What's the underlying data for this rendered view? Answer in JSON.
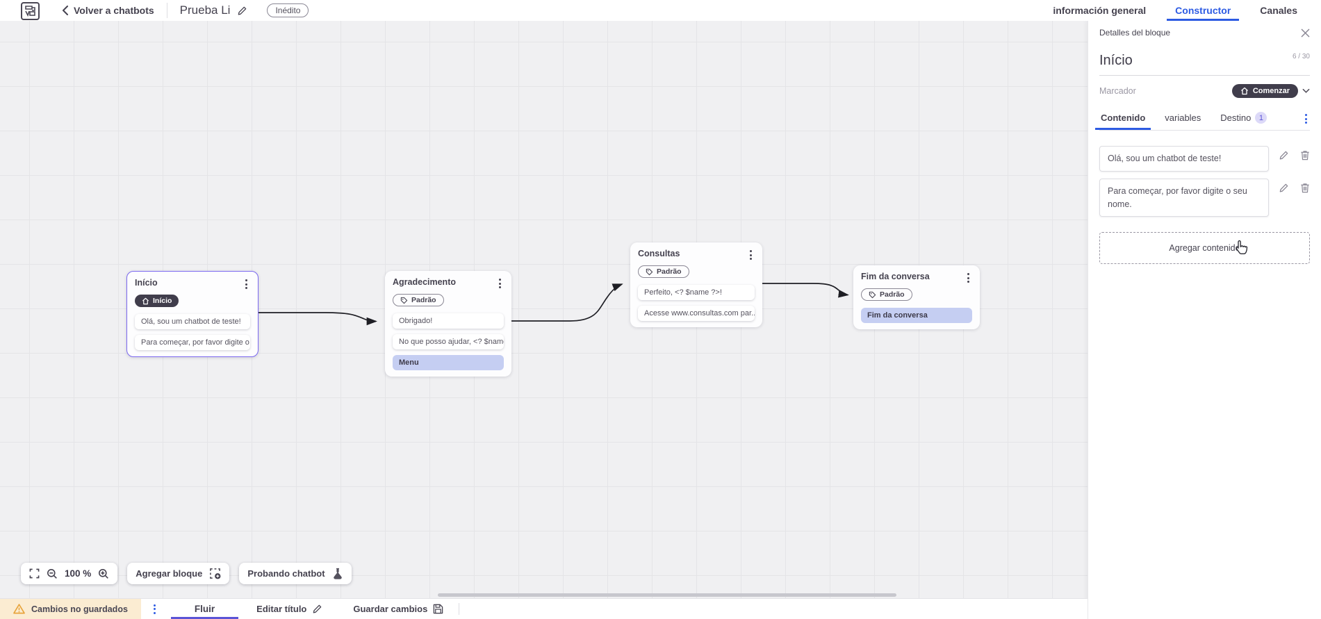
{
  "header": {
    "back_label": "Volver a chatbots",
    "title": "Prueba Li",
    "status_badge": "Inédito",
    "tabs": [
      {
        "label": "información general",
        "active": false
      },
      {
        "label": "Constructor",
        "active": true
      },
      {
        "label": "Canales",
        "active": false
      }
    ]
  },
  "panel": {
    "header_title": "Detalles del bloque",
    "block_name": "Início",
    "char_counter": "6 / 30",
    "marker_label": "Marcador",
    "marker_value": "Comenzar",
    "tabs": [
      {
        "label": "Contenido",
        "active": true
      },
      {
        "label": "variables",
        "active": false
      },
      {
        "label": "Destino",
        "active": false,
        "badge": "1"
      }
    ],
    "contents": [
      "Olá, sou um chatbot de teste!",
      "Para começar, por favor digite o seu nome."
    ],
    "add_content_label": "Agregar contenido"
  },
  "canvas": {
    "zoom_level": "100 %",
    "add_block_label": "Agregar bloque",
    "test_chatbot_label": "Probando chatbot",
    "nodes": [
      {
        "title": "Início",
        "tag": "Início",
        "tag_style": "dark",
        "selected": true,
        "items": [
          {
            "text": "Olá, sou um chatbot de teste!",
            "style": "plain"
          },
          {
            "text": "Para começar, por favor digite o ...",
            "style": "plain"
          }
        ]
      },
      {
        "title": "Agradecimento",
        "tag": "Padrão",
        "tag_style": "outline",
        "selected": false,
        "items": [
          {
            "text": "Obrigado!",
            "style": "plain"
          },
          {
            "text": "No que posso ajudar, <? $name ...",
            "style": "plain"
          },
          {
            "text": "Menu",
            "style": "highlight"
          }
        ]
      },
      {
        "title": "Consultas",
        "tag": "Padrão",
        "tag_style": "outline",
        "selected": false,
        "items": [
          {
            "text": "Perfeito, <? $name ?>!",
            "style": "plain"
          },
          {
            "text": "Acesse www.consultas.com par...",
            "style": "plain"
          }
        ]
      },
      {
        "title": "Fim da conversa",
        "tag": "Padrão",
        "tag_style": "outline",
        "selected": false,
        "items": [
          {
            "text": "Fim da conversa",
            "style": "highlight"
          }
        ]
      }
    ]
  },
  "statusbar": {
    "warning": "Cambios no guardados",
    "tab": "Fluir",
    "edit_title_label": "Editar título",
    "save_label": "Guardar cambios"
  },
  "colors": {
    "accent_blue": "#2d5be3",
    "accent_purple": "#5b54d6",
    "selected_node_border": "#7b68f0",
    "dark_pill": "#403d4b",
    "highlight_item": "#c5cef2",
    "warning_bg": "#fbecd2",
    "warning_icon": "#e8a43c",
    "canvas_bg": "#f0f0f2"
  },
  "icons": {
    "logo": "app-logo",
    "warning": "triangle-exclamation",
    "marker": "home",
    "tag": "label-tag",
    "test": "flask"
  }
}
